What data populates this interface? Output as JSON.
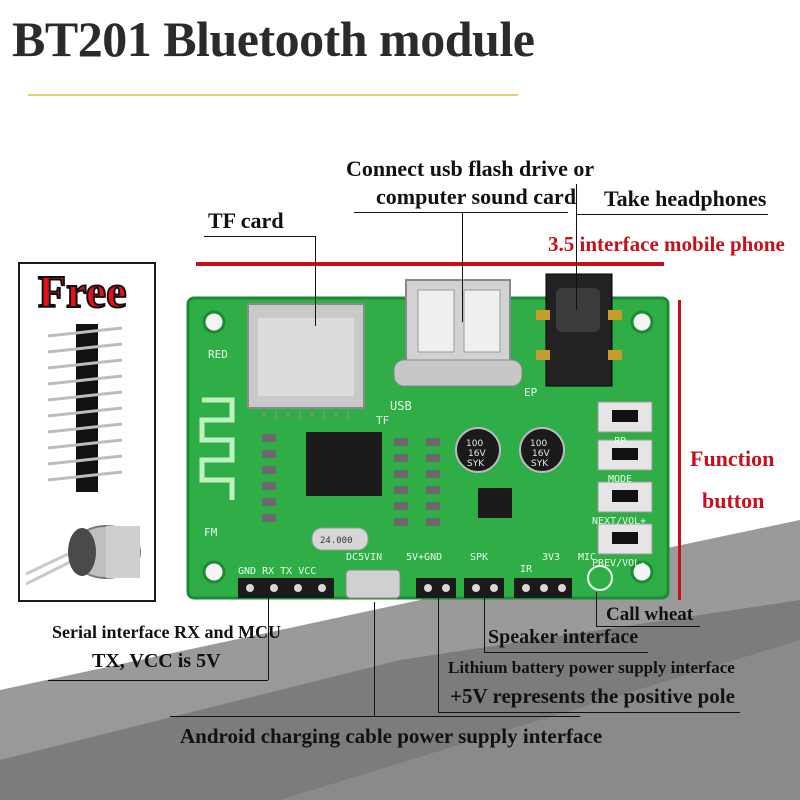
{
  "title": "BT201 Bluetooth module",
  "free_label": "Free",
  "callouts": {
    "tf_card": "TF card",
    "usb_line1": "Connect usb flash drive or",
    "usb_line2": "computer sound card",
    "headphones": "Take headphones",
    "interface_35": "3.5 interface mobile phone",
    "function_line1": "Function",
    "function_line2": "button",
    "call_wheat": "Call wheat",
    "speaker": "Speaker interface",
    "lithium": "Lithium battery power supply interface",
    "plus5v": "+5V represents the positive pole",
    "serial_line1": "Serial interface RX and MCU",
    "serial_line2": "TX, VCC is 5V",
    "android": "Android charging cable power supply interface"
  },
  "pcb_silkscreen": {
    "red": "RED",
    "usb": "USB",
    "tf": "TF",
    "ep": "EP",
    "fm": "FM",
    "pp": "PP",
    "mode": "MODE",
    "next": "NEXT/VOL+",
    "prev": "PREV/VOL-",
    "header_serial": "GND RX TX VCC",
    "header_dc": "DC5VIN",
    "header_power": "5V+GND",
    "header_spk": "SPK",
    "ir": "IR",
    "v33": "3V3",
    "mic": "MIC",
    "crystal": "24.000",
    "cap_value_1": "100",
    "cap_value_2": "16V",
    "cap_value_3": "SYK"
  },
  "colors": {
    "pcb": "#2fae48",
    "pcb_dark": "#1e8a35",
    "red_accent": "#c8101a",
    "title_rule": "#e6cf66"
  }
}
